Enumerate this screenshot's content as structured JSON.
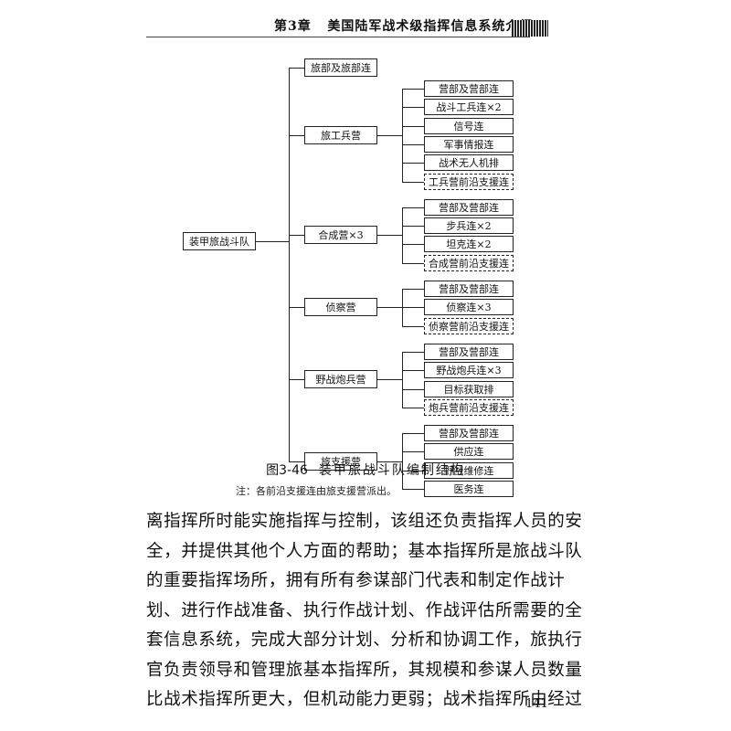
{
  "header": {
    "chapter": "第3章",
    "title": "美国陆军战术级指挥信息系统介绍"
  },
  "diagram": {
    "root": "装甲旅战斗队",
    "branches": [
      {
        "label": "旅部及旅部连",
        "children": []
      },
      {
        "label": "旅工兵营",
        "children": [
          {
            "label": "营部及营部连",
            "dashed": false
          },
          {
            "label": "战斗工兵连×2",
            "dashed": false
          },
          {
            "label": "信号连",
            "dashed": false
          },
          {
            "label": "军事情报连",
            "dashed": false
          },
          {
            "label": "战术无人机排",
            "dashed": false
          },
          {
            "label": "工兵营前沿支援连",
            "dashed": true
          }
        ]
      },
      {
        "label": "合成营×3",
        "children": [
          {
            "label": "营部及营部连",
            "dashed": false
          },
          {
            "label": "步兵连×2",
            "dashed": false
          },
          {
            "label": "坦克连×2",
            "dashed": false
          },
          {
            "label": "合成营前沿支援连",
            "dashed": true
          }
        ]
      },
      {
        "label": "侦察营",
        "children": [
          {
            "label": "营部及营部连",
            "dashed": false
          },
          {
            "label": "侦察连×3",
            "dashed": false
          },
          {
            "label": "侦察营前沿支援连",
            "dashed": true
          }
        ]
      },
      {
        "label": "野战炮兵营",
        "children": [
          {
            "label": "营部及营部连",
            "dashed": false
          },
          {
            "label": "野战炮兵连×3",
            "dashed": false
          },
          {
            "label": "目标获取排",
            "dashed": false
          },
          {
            "label": "炮兵营前沿支援连",
            "dashed": true
          }
        ]
      },
      {
        "label": "旅支援营",
        "children": [
          {
            "label": "营部及营部连",
            "dashed": false
          },
          {
            "label": "供应连",
            "dashed": false
          },
          {
            "label": "野战维修连",
            "dashed": false
          },
          {
            "label": "医务连",
            "dashed": false
          }
        ]
      }
    ]
  },
  "figure": {
    "number": "图3-46",
    "title": "装甲旅战斗队编制结构",
    "note": "注：各前沿支援连由旅支援营派出。"
  },
  "body_lines": [
    "离指挥所时能实施指挥与控制，该组还负责指挥人员的安",
    "全，并提供其他个人方面的帮助；基本指挥所是旅战斗队",
    "的重要指挥场所，拥有所有参谋部门代表和制定作战计",
    "划、进行作战准备、执行作战计划、作战评估所需要的全",
    "套信息系统，完成大部分计划、分析和协调工作，旅执行",
    "官负责领导和管理旅基本指挥所，其规模和参谋人员数量",
    "比战术指挥所更大，但机动能力更弱；战术指挥所由经过"
  ],
  "page_number": "141"
}
